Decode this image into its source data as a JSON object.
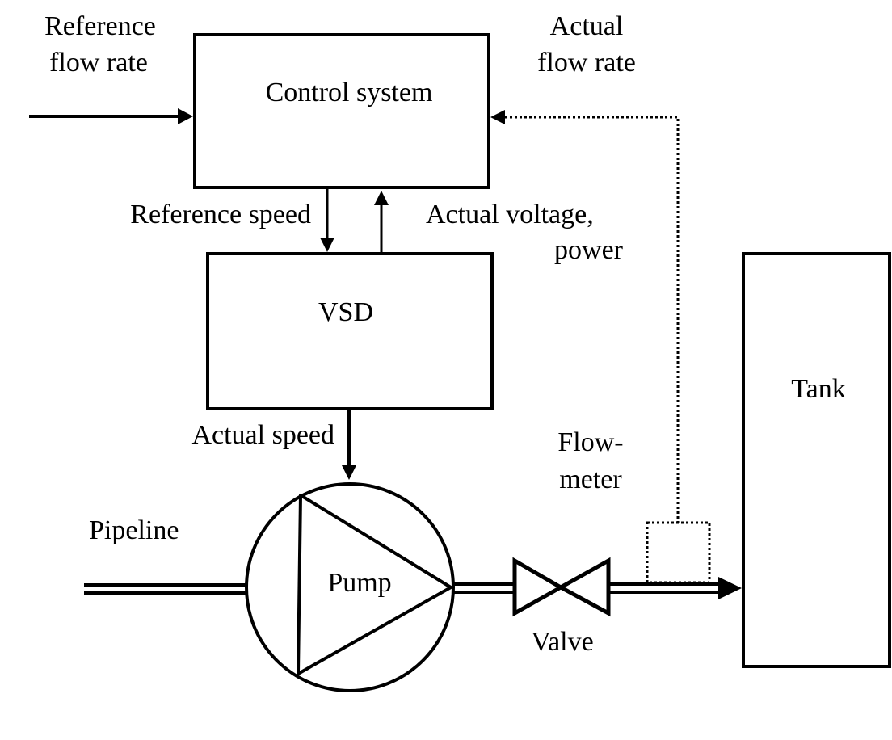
{
  "diagram": {
    "blocks": {
      "control_system": "Control system",
      "vsd": "VSD",
      "pump": "Pump",
      "tank": "Tank"
    },
    "signals": {
      "reference_flow_rate": [
        "Reference",
        "flow rate"
      ],
      "actual_flow_rate": [
        "Actual",
        "flow rate"
      ],
      "reference_speed": "Reference speed",
      "actual_voltage_power": [
        "Actual voltage,",
        "power"
      ],
      "actual_speed": "Actual speed"
    },
    "components": {
      "pipeline": "Pipeline",
      "flowmeter": [
        "Flow-",
        "meter"
      ],
      "valve": "Valve"
    }
  }
}
